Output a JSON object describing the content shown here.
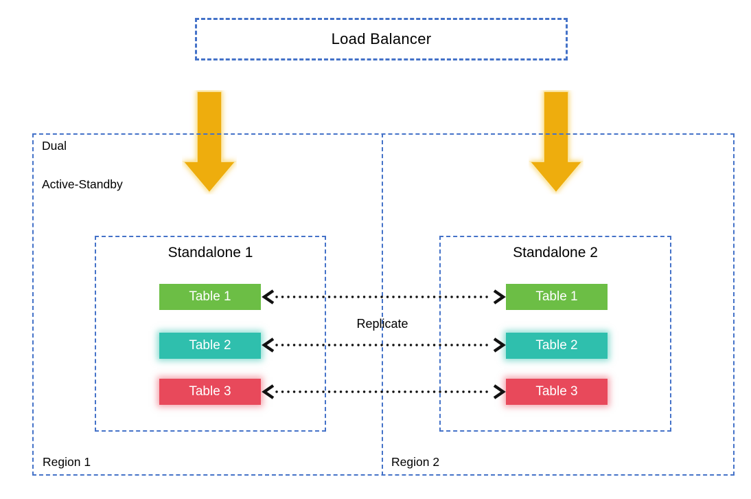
{
  "load_balancer": {
    "label": "Load Balancer"
  },
  "cluster": {
    "label_line1": "Dual",
    "label_line2": "Active-Standby"
  },
  "regions": [
    {
      "label": "Region 1",
      "standalone": {
        "title": "Standalone 1",
        "tables": [
          {
            "label": "Table 1",
            "color": "#6CBE45"
          },
          {
            "label": "Table 2",
            "color": "#2FBFAD"
          },
          {
            "label": "Table 3",
            "color": "#E8495B"
          }
        ]
      }
    },
    {
      "label": "Region 2",
      "standalone": {
        "title": "Standalone 2",
        "tables": [
          {
            "label": "Table 1",
            "color": "#6CBE45"
          },
          {
            "label": "Table 2",
            "color": "#2FBFAD"
          },
          {
            "label": "Table 3",
            "color": "#E8495B"
          }
        ]
      }
    }
  ],
  "replication": {
    "label": "Replicate"
  },
  "icons": {
    "down_arrow": "down-arrow-icon",
    "replicate_arrow": "double-headed-dotted-arrow-icon"
  },
  "colors": {
    "border_blue": "#4472C8",
    "arrow_gold": "#EEAD0B",
    "arrow_glow": "#F6C945",
    "table_green": "#6CBE45",
    "table_teal": "#2FBFAD",
    "table_red": "#E8495B",
    "connector_black": "#111111",
    "text_black": "#000000",
    "chip_text_white": "#FFFFFF"
  }
}
